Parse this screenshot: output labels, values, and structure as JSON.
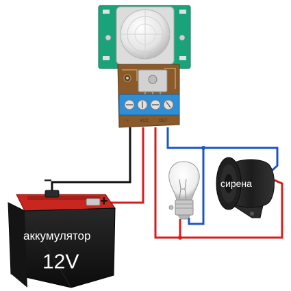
{
  "labels": {
    "battery_name": "аккумулятор",
    "battery_voltage": "12V",
    "siren": "сирена",
    "minus": "−",
    "plus": "+"
  },
  "terminal_markings": [
    "- +",
    "VCC",
    "OUT"
  ],
  "colors": {
    "wire_negative": "#111111",
    "wire_positive": "#d81b1b",
    "wire_signal": "#1a56c8",
    "module_pcb": "#1aa37a",
    "pir_dome": "#f1f1f1",
    "relay_board": "#8a5a2b",
    "terminal_block": "#2f8fd6",
    "battery_body": "#1b1b1b",
    "battery_top": "#c8261e"
  },
  "icons": [
    "pir-sensor-icon",
    "lamp-icon",
    "siren-icon",
    "battery-icon"
  ]
}
